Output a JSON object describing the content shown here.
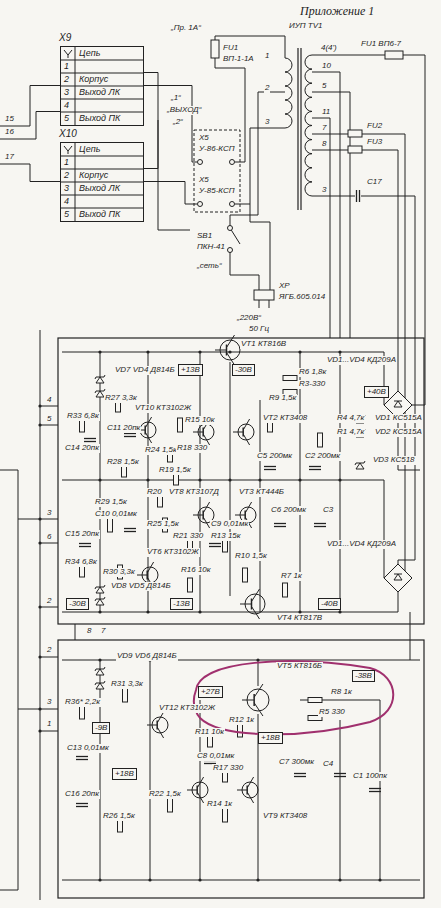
{
  "diagram": {
    "title": "Приложение 1",
    "nodes": [
      {
        "text": [
          "X9",
          "Цепь",
          "1",
          "2",
          "Корпус",
          "3",
          "Выход ЛК",
          "4",
          "5",
          "Выход ПК"
        ]
      },
      {
        "text": [
          "X10",
          "Цепь",
          "1",
          "2",
          "Корпус",
          "3",
          "Выход ЛК",
          "4",
          "5",
          "Выход ПК"
        ]
      },
      {
        "text": [
          "+13В"
        ]
      },
      {
        "text": [
          "-30В"
        ]
      },
      {
        "text": [
          "+40В"
        ]
      },
      {
        "text": [
          "-30В"
        ]
      },
      {
        "text": [
          "-13В"
        ]
      },
      {
        "text": [
          "-40В"
        ]
      },
      {
        "text": [
          "+27В"
        ]
      },
      {
        "text": [
          "-38В"
        ]
      },
      {
        "text": [
          "-9В"
        ]
      },
      {
        "text": [
          "+18В"
        ]
      },
      {
        "text": [
          "+18В"
        ]
      }
    ],
    "labels": [
      "„Пр. 1А“",
      "FU1",
      "ВП-1-1А",
      "ИУП TV1",
      "4(4')",
      "FU1 ВП6-7",
      "1",
      "2",
      "3",
      "10",
      "5",
      "11",
      "7",
      "FU2",
      "8",
      "FU3",
      "C17",
      "3",
      "X5",
      "У-86-КСП",
      "X5",
      "У-85-КСП",
      "„1“",
      "„ВЫХОД“",
      "„2“",
      "15",
      "16",
      "17",
      "SB1",
      "ПКН-41",
      "„сеть“",
      "XP",
      "ЯГБ.605.014",
      "„220В“",
      "50 Гц",
      "VT1 КТ816В",
      "VD7 VD4 Д814Б",
      "R6 1,8к",
      "R3-330",
      "R33 6,8к",
      "R27 3,3к",
      "VT10 КТ3102Ж",
      "R15 10к",
      "R9 1,5к",
      "VT2 КТ3408",
      "C11 20пк",
      "C14 20пк",
      "R28 1,5к",
      "R24 1,5к",
      "R18 330",
      "R19 1,5к",
      "C5 200мк",
      "C2 200мк",
      "VD1...VD4 КД209А",
      "R4 4,7к",
      "VD1 КС515А",
      "R1 4,7к",
      "VD2 КС515А",
      "VD3 КС518",
      "R20",
      "VT8 КТ3107Д",
      "VT3 КТ444Б",
      "C6 200мк",
      "C3",
      "R29 1,5к",
      "C10 0,01мк",
      "R25 1,5к",
      "R21 330",
      "C9 0,01мк",
      "R13 15к",
      "C15 20пк",
      "R34 6,8к",
      "R30 3,3к",
      "VD8 VD5 Д814Б",
      "VT6 КТ3102Ж",
      "R16 10к",
      "R10 1,5к",
      "R7 1к",
      "VD1...VD4 КД209А",
      "VT4 КТ817В",
      "VT5 КТ816Б",
      "R8 1к",
      "R5 330",
      "VD9 VD6 Д814Б",
      "R31 3,3к",
      "R36* 2,2к",
      "VT12 КТ3102Ж",
      "R11 10к",
      "R12 1к",
      "C13 0,01мк",
      "C8 0,01мк",
      "R17 330",
      "C7 300мк",
      "C4",
      "C1 100пк",
      "C16 20пк",
      "R26 1,5к",
      "R22 1,5к",
      "R14 1к",
      "VT9 КТ3408",
      "4",
      "5",
      "3",
      "6",
      "2",
      "7",
      "8",
      "2",
      "3",
      "1"
    ]
  }
}
